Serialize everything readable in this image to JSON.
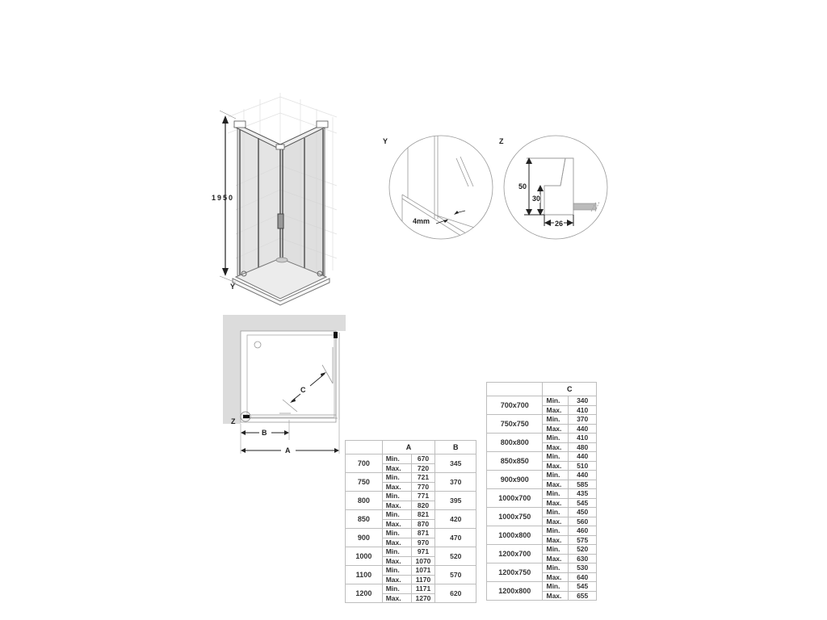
{
  "shower_view": {
    "height_label": "1950",
    "detail_marker_y": "Y"
  },
  "detail_y": {
    "title": "Y",
    "glass_thickness_label": "4mm"
  },
  "detail_z": {
    "title": "Z",
    "dim_total_height": "50",
    "dim_inner_height": "30",
    "dim_width": "26"
  },
  "plan_view": {
    "label_c": "C",
    "label_b": "B",
    "label_a": "A",
    "detail_marker_z": "Z"
  },
  "table_ab": {
    "headers": [
      "",
      "A",
      "B"
    ],
    "min_label": "Min.",
    "max_label": "Max.",
    "rows": [
      {
        "size": "700",
        "a_min": "670",
        "a_max": "720",
        "b": "345"
      },
      {
        "size": "750",
        "a_min": "721",
        "a_max": "770",
        "b": "370"
      },
      {
        "size": "800",
        "a_min": "771",
        "a_max": "820",
        "b": "395"
      },
      {
        "size": "850",
        "a_min": "821",
        "a_max": "870",
        "b": "420"
      },
      {
        "size": "900",
        "a_min": "871",
        "a_max": "970",
        "b": "470"
      },
      {
        "size": "1000",
        "a_min": "971",
        "a_max": "1070",
        "b": "520"
      },
      {
        "size": "1100",
        "a_min": "1071",
        "a_max": "1170",
        "b": "570"
      },
      {
        "size": "1200",
        "a_min": "1171",
        "a_max": "1270",
        "b": "620"
      }
    ]
  },
  "table_c": {
    "headers": [
      "",
      "C"
    ],
    "min_label": "Min.",
    "max_label": "Max.",
    "rows": [
      {
        "size": "700x700",
        "c_min": "340",
        "c_max": "410"
      },
      {
        "size": "750x750",
        "c_min": "370",
        "c_max": "440"
      },
      {
        "size": "800x800",
        "c_min": "410",
        "c_max": "480"
      },
      {
        "size": "850x850",
        "c_min": "440",
        "c_max": "510"
      },
      {
        "size": "900x900",
        "c_min": "440",
        "c_max": "585"
      },
      {
        "size": "1000x700",
        "c_min": "435",
        "c_max": "545"
      },
      {
        "size": "1000x750",
        "c_min": "450",
        "c_max": "560"
      },
      {
        "size": "1000x800",
        "c_min": "460",
        "c_max": "575"
      },
      {
        "size": "1200x700",
        "c_min": "520",
        "c_max": "630"
      },
      {
        "size": "1200x750",
        "c_min": "530",
        "c_max": "640"
      },
      {
        "size": "1200x800",
        "c_min": "545",
        "c_max": "655"
      }
    ]
  }
}
